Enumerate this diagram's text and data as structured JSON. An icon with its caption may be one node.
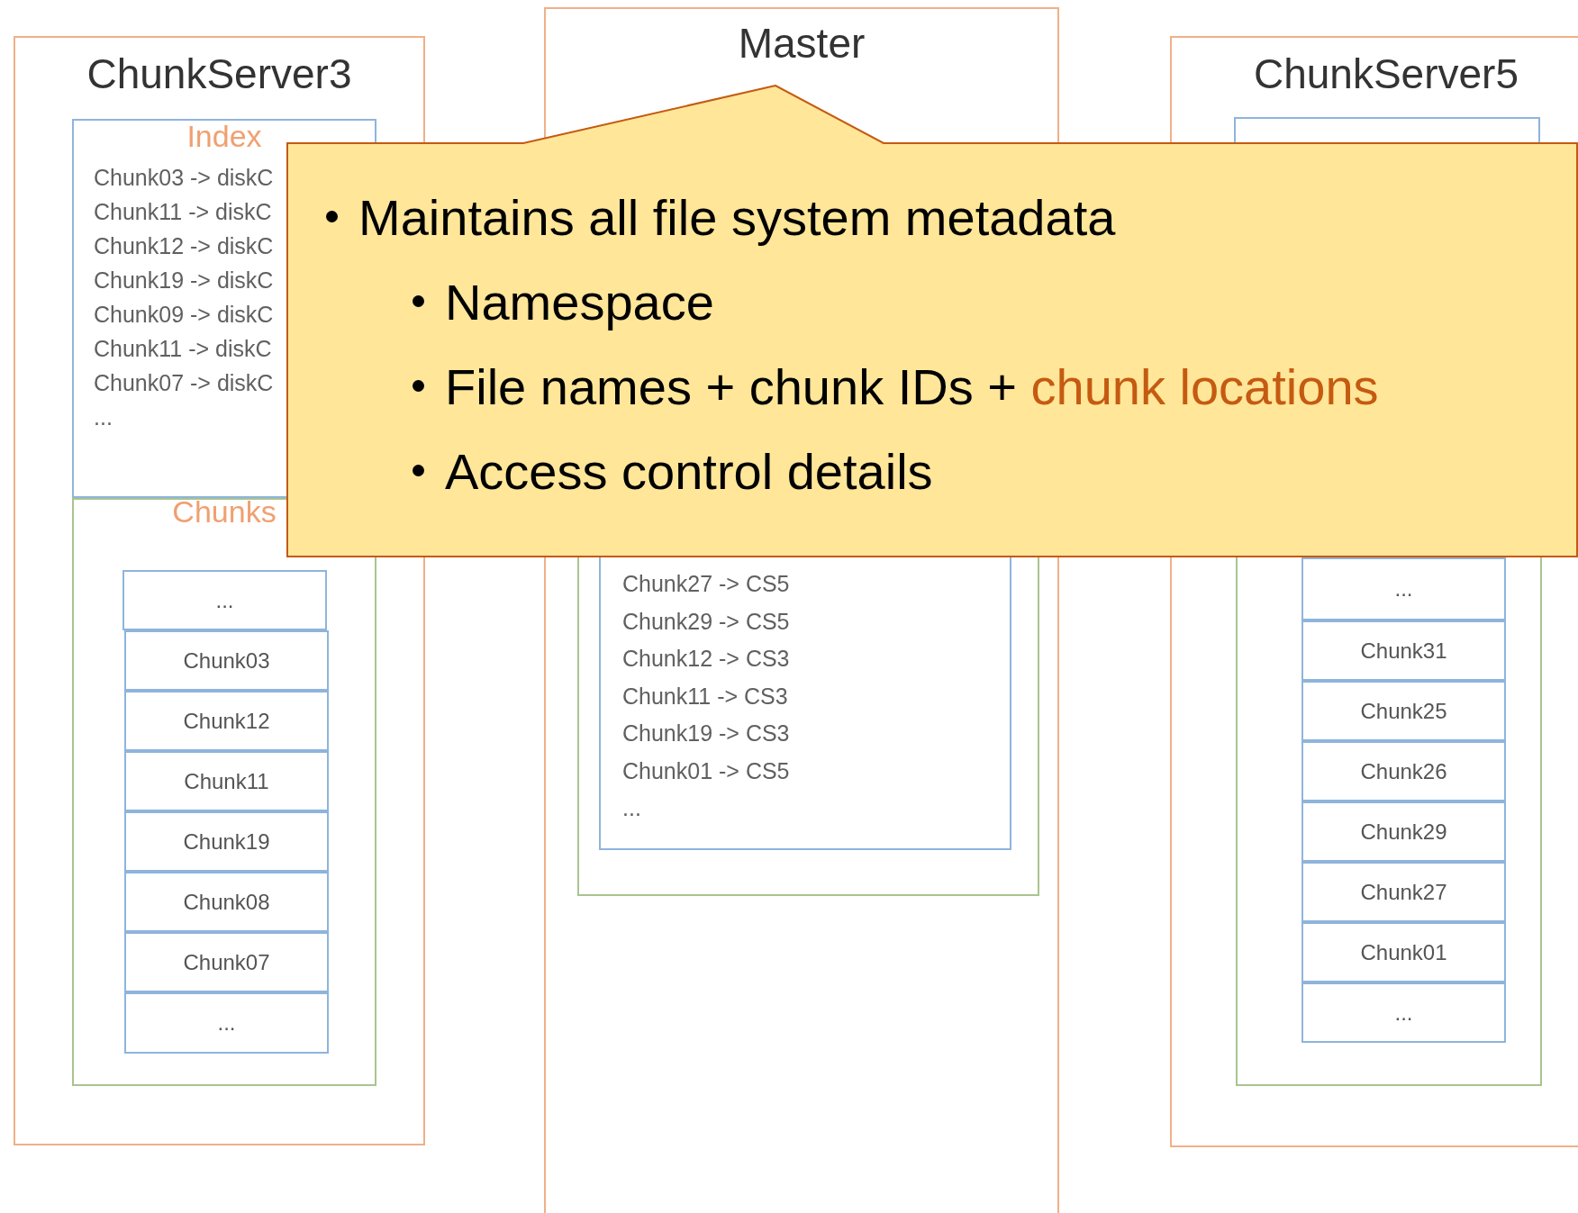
{
  "diagram": {
    "nodes": [
      {
        "text": [
          "ChunkServer3"
        ]
      },
      {
        "text": [
          "Index",
          "Chunk03 -> diskC",
          "Chunk11 -> diskC",
          "Chunk12 -> diskC",
          "Chunk19 -> diskC",
          "Chunk09 -> diskC",
          "Chunk11 -> diskC",
          "Chunk07 -> diskC",
          "..."
        ],
        "in": 0
      },
      {
        "text": [
          "Chunks"
        ],
        "in": 0
      },
      {
        "text": [
          "..."
        ],
        "in": 2
      },
      {
        "text": [
          "Chunk03"
        ],
        "in": 2
      },
      {
        "text": [
          "Chunk12"
        ],
        "in": 2
      },
      {
        "text": [
          "Chunk11"
        ],
        "in": 2
      },
      {
        "text": [
          "Chunk19"
        ],
        "in": 2
      },
      {
        "text": [
          "Chunk08"
        ],
        "in": 2
      },
      {
        "text": [
          "Chunk07"
        ],
        "in": 2
      },
      {
        "text": [
          "..."
        ],
        "in": 2
      },
      {
        "text": [
          "Master"
        ]
      },
      {
        "text": [],
        "shape": "box",
        "in": 11
      },
      {
        "text": [
          "Chunk27 -> CS5",
          "Chunk29 -> CS5",
          "Chunk12 -> CS3",
          "Chunk11 -> CS3",
          "Chunk19 -> CS3",
          "Chunk01 -> CS5",
          "..."
        ],
        "in": 12
      },
      {
        "text": [
          "ChunkServer5"
        ]
      },
      {
        "text": [],
        "shape": "box"
      },
      {
        "text": [],
        "shape": "box",
        "in": 14
      },
      {
        "text": [
          "..."
        ],
        "in": 16
      },
      {
        "text": [
          "Chunk31"
        ],
        "in": 16
      },
      {
        "text": [
          "Chunk25"
        ],
        "in": 16
      },
      {
        "text": [
          "Chunk26"
        ],
        "in": 16
      },
      {
        "text": [
          "Chunk29"
        ],
        "in": 16
      },
      {
        "text": [
          "Chunk27"
        ],
        "in": 16
      },
      {
        "text": [
          "Chunk01"
        ],
        "in": 16
      },
      {
        "text": [
          "..."
        ],
        "in": 16
      },
      {
        "text": [
          "Maintains all file system metadata",
          "Namespace",
          "File names + chunk IDs + **chunk locations**",
          "Access control details"
        ]
      }
    ],
    "edges": []
  }
}
